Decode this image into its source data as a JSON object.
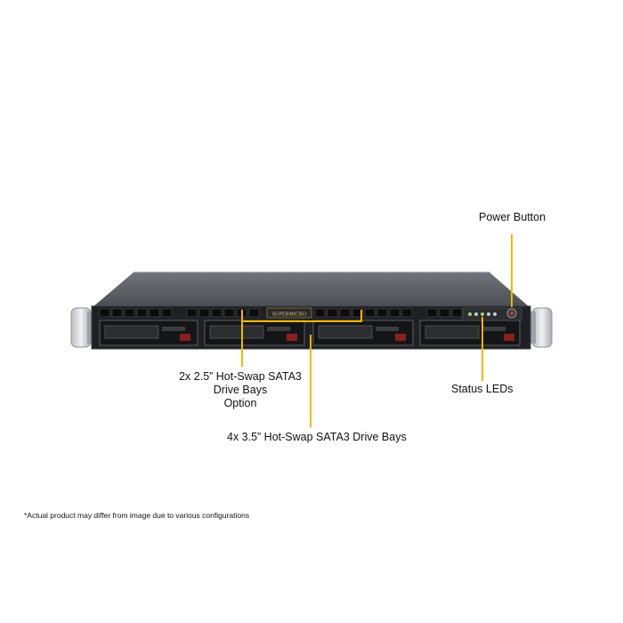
{
  "callouts": {
    "power_button": "Power Button",
    "drive_bays_25_line1": "2x 2.5” Hot-Swap SATA3",
    "drive_bays_25_line2": "Drive Bays",
    "drive_bays_25_line3": "Option",
    "status_leds": "Status LEDs",
    "drive_bays_35": "4x 3.5” Hot-Swap SATA3 Drive Bays"
  },
  "brand_plate": "SUPERMICRO",
  "footnote": "*Actual product may differ from image due to various configurations",
  "colors": {
    "callout_line": "#f2b705",
    "chassis_top": "#5a5d62",
    "chassis_front": "#1f2023",
    "handle": "#d9dcdf"
  }
}
